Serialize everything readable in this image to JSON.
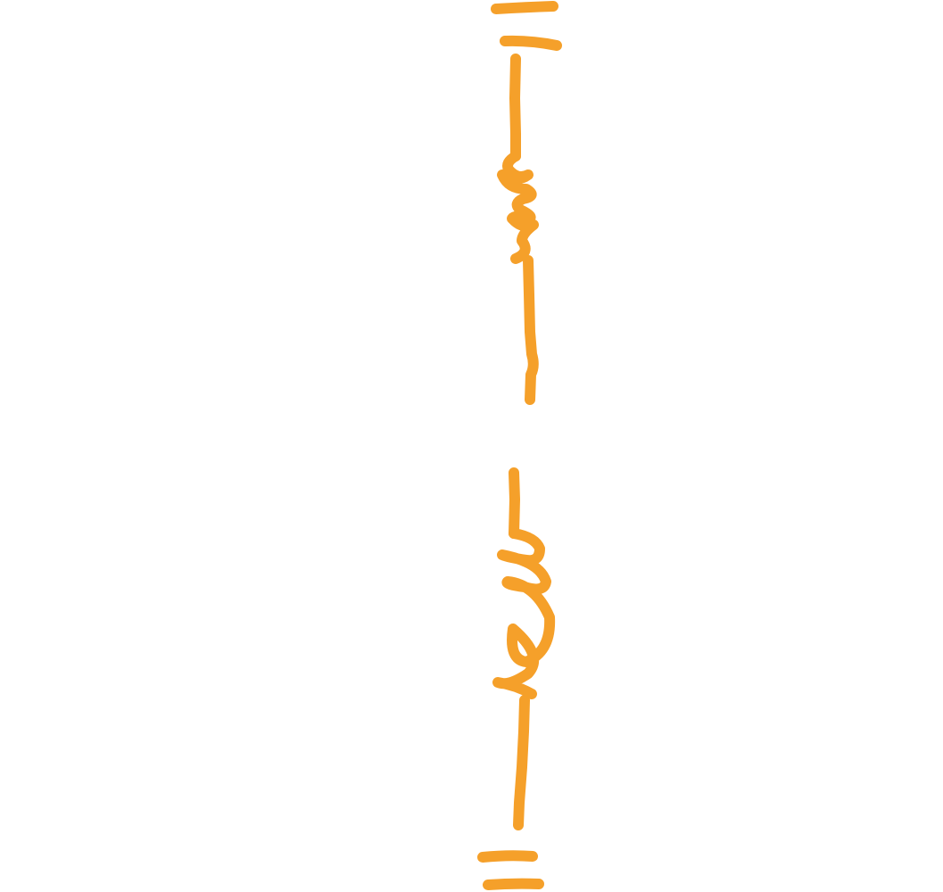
{
  "diagram": {
    "description_free": true,
    "stroke_color": "#F5A02A",
    "background_color": "#FFFFFF",
    "elements": [
      {
        "name": "top-plate-outer"
      },
      {
        "name": "top-plate-inner"
      },
      {
        "name": "upper-wire"
      },
      {
        "name": "upper-spring"
      },
      {
        "name": "middle-upper-wire"
      },
      {
        "name": "middle-lower-wire"
      },
      {
        "name": "lower-spring"
      },
      {
        "name": "lower-wire"
      },
      {
        "name": "bottom-plate-inner"
      },
      {
        "name": "bottom-plate-outer"
      }
    ]
  }
}
